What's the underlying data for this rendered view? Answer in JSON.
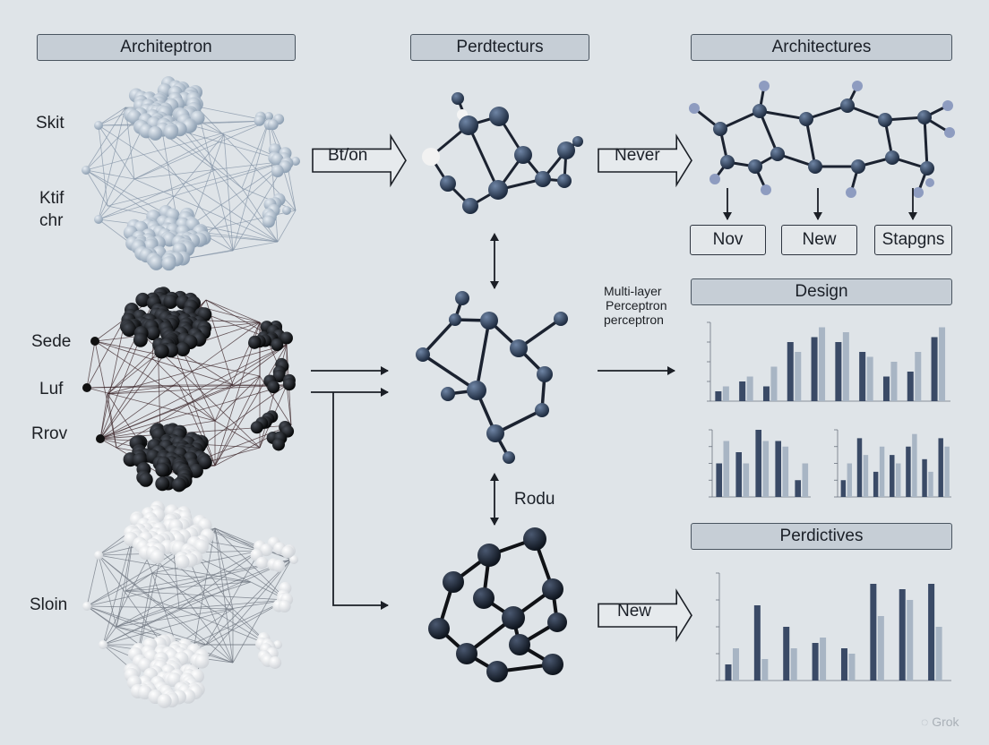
{
  "columns": {
    "left": "Architeptron",
    "middle": "Perdtecturs",
    "right": "Architectures"
  },
  "left_labels": [
    "Skit",
    "Ktif",
    "chr",
    "Sede",
    "Luf",
    "Rrov",
    "Sloin"
  ],
  "flow_labels": {
    "top_arrow": "Bt/on",
    "right_arrow": "Never",
    "bottom_arrow": "New",
    "vertical_label": "Rodu"
  },
  "output_boxes": [
    "Nov",
    "New",
    "Stapgns"
  ],
  "mlp_caption": [
    "Multi-layer",
    "Perceptron",
    "perceptron"
  ],
  "panels": {
    "design": "Design",
    "perdictives": "Perdictives"
  },
  "watermark": "Grok",
  "colors": {
    "background": "#dfe4e8",
    "navy": "#2b3c55",
    "light_blue": "#a7b6c6",
    "black_cluster": "#111317",
    "white_cluster": "#f4f5f6",
    "dark_bar": "#3a4a66",
    "light_bar": "#a8b5c4"
  },
  "chart_data": [
    {
      "type": "bar",
      "series": [
        {
          "values": [
            2,
            4,
            3,
            12,
            13,
            12,
            10,
            5,
            6,
            13
          ]
        },
        {
          "values": [
            3,
            5,
            7,
            10,
            15,
            14,
            9,
            8,
            10,
            15
          ]
        }
      ]
    },
    {
      "type": "bar",
      "series": [
        {
          "values": [
            6,
            8,
            12,
            10,
            3
          ]
        },
        {
          "values": [
            10,
            6,
            10,
            9,
            6
          ]
        }
      ]
    },
    {
      "type": "bar",
      "series": [
        {
          "values": [
            4,
            14,
            6,
            10,
            12,
            9,
            14
          ]
        },
        {
          "values": [
            8,
            10,
            12,
            8,
            15,
            6,
            12
          ]
        }
      ]
    },
    {
      "type": "bar",
      "series": [
        {
          "values": [
            3,
            14,
            10,
            7,
            6,
            18,
            17,
            18
          ]
        },
        {
          "values": [
            6,
            4,
            6,
            8,
            5,
            12,
            15,
            10
          ]
        }
      ]
    }
  ]
}
